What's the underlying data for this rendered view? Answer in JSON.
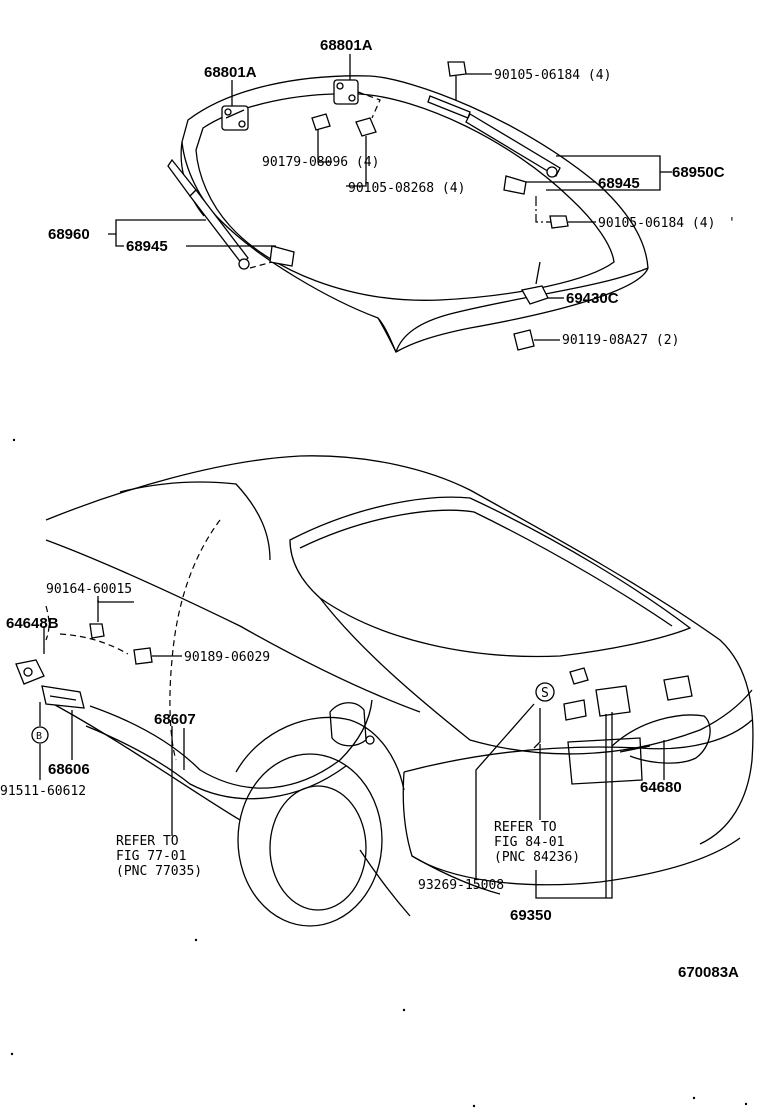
{
  "labels": {
    "l_68801a_top": "68801A",
    "l_68801a_left": "68801A",
    "l_90105_06184_top": "90105-06184 (4)",
    "l_90179": "90179-08096 (4)",
    "l_90105_08268": "90105-08268 (4)",
    "l_68950c": "68950C",
    "l_68945_right": "68945",
    "l_90105_06184_mid": "90105-06184 (4)",
    "l_68960": "68960",
    "l_68945_left": "68945",
    "l_69430c": "69430C",
    "l_90119": "90119-08A27 (2)",
    "l_90164": "90164-60015",
    "l_64648b": "64648B",
    "l_90189": "90189-06029",
    "l_68607": "68607",
    "l_68606": "68606",
    "l_91511": "91511-60612",
    "l_refer77_1": "REFER TO",
    "l_refer77_2": "FIG 77-01",
    "l_refer77_3": "(PNC 77035)",
    "l_refer84_1": "REFER TO",
    "l_refer84_2": "FIG 84-01",
    "l_refer84_3": "(PNC 84236)",
    "l_64680": "64680",
    "l_93269": "93269-15008",
    "l_69350": "69350",
    "l_s_symbol": "S",
    "l_b_symbol": "B",
    "l_fig_code": "670083A"
  }
}
